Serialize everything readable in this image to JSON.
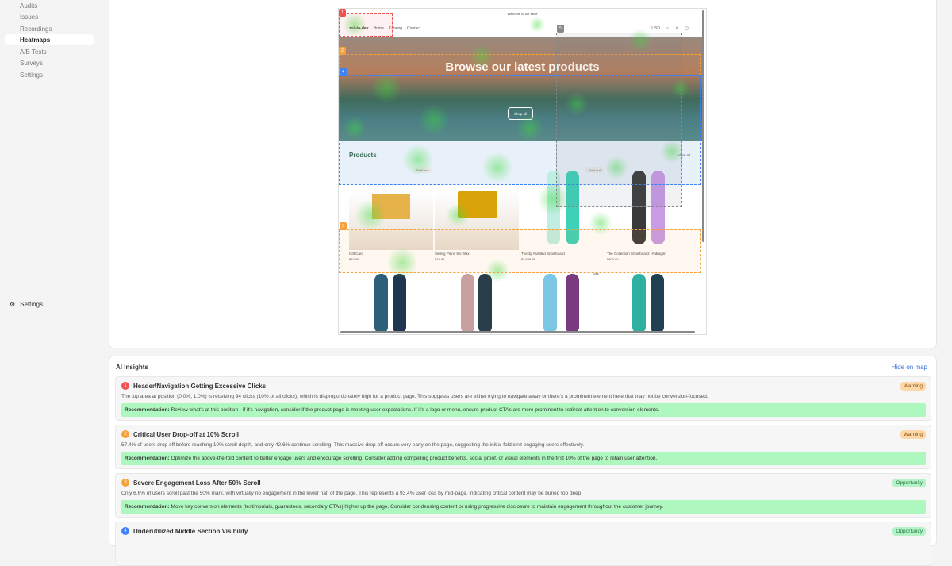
{
  "sidebar": {
    "items": [
      {
        "label": "Audits"
      },
      {
        "label": "Issues"
      },
      {
        "label": "Recordings"
      },
      {
        "label": "Heatmaps",
        "active": true
      },
      {
        "label": "A/B Tests"
      },
      {
        "label": "Surveys"
      },
      {
        "label": "Settings"
      }
    ],
    "footer_settings": "Settings"
  },
  "preview": {
    "announcement": "Welcome to our store",
    "store_name": "zolvio-dev",
    "nav": [
      "Home",
      "Catalog",
      "Contact"
    ],
    "currency": "USD",
    "hero_title": "Browse our latest products",
    "hero_button": "Shop all",
    "products_title": "Products",
    "view_all": "View all",
    "sold_out": "Sold out",
    "products": [
      {
        "name": "Gift Card",
        "price": "$10.00"
      },
      {
        "name": "Selling Plans Ski Wax",
        "price": "$24.95"
      },
      {
        "name": "The 3p Fulfilled Snowboard",
        "price": "$2,629.95"
      },
      {
        "name": "The Collection Snowboard: Hydrogen",
        "price": "$600.00"
      }
    ],
    "sale_label": "Sale",
    "zone_markers": [
      "1",
      "2",
      "3",
      "4",
      "5"
    ]
  },
  "insights": {
    "title": "AI Insights",
    "hide_label": "Hide on map",
    "recommendation_label": "Recommendation:",
    "items": [
      {
        "num": "1",
        "color": "#f05252",
        "title": "Header/Navigation Getting Excessive Clicks",
        "badge": "Warning",
        "description": "The top area at position (0.0%, 1.0%) is receiving 94 clicks (10% of all clicks), which is disproportionately high for a product page. This suggests users are either trying to navigate away or there's a prominent element here that may not be conversion-focused.",
        "recommendation": "Review what's at this position - if it's navigation, consider if the product page is meeting user expectations. If it's a logo or menu, ensure product CTAs are more prominent to redirect attention to conversion elements."
      },
      {
        "num": "2",
        "color": "#f5a13c",
        "title": "Critical User Drop-off at 10% Scroll",
        "badge": "Warning",
        "description": "57.4% of users drop off before reaching 10% scroll depth, and only 42.6% continue scrolling. This massive drop-off occurs very early on the page, suggesting the initial fold isn't engaging users effectively.",
        "recommendation": "Optimize the above-the-fold content to better engage users and encourage scrolling. Consider adding compelling product benefits, social proof, or visual elements in the first 10% of the page to retain user attention."
      },
      {
        "num": "3",
        "color": "#f5a13c",
        "title": "Severe Engagement Loss After 50% Scroll",
        "badge": "Opportunity",
        "description": "Only 6.6% of users scroll past the 50% mark, with virtually no engagement in the lower half of the page. This represents a 93.4% user loss by mid-page, indicating critical content may be buried too deep.",
        "recommendation": "Move key conversion elements (testimonials, guarantees, secondary CTAs) higher up the page. Consider condensing content or using progressive disclosure to maintain engagement throughout the customer journey."
      },
      {
        "num": "4",
        "color": "#3b82f6",
        "title": "Underutilized Middle Section Visibility",
        "badge": "Opportunity"
      }
    ],
    "badge_colors": {
      "Warning": "#fdd9a8",
      "Opportunity": "#b6f2c8"
    }
  }
}
